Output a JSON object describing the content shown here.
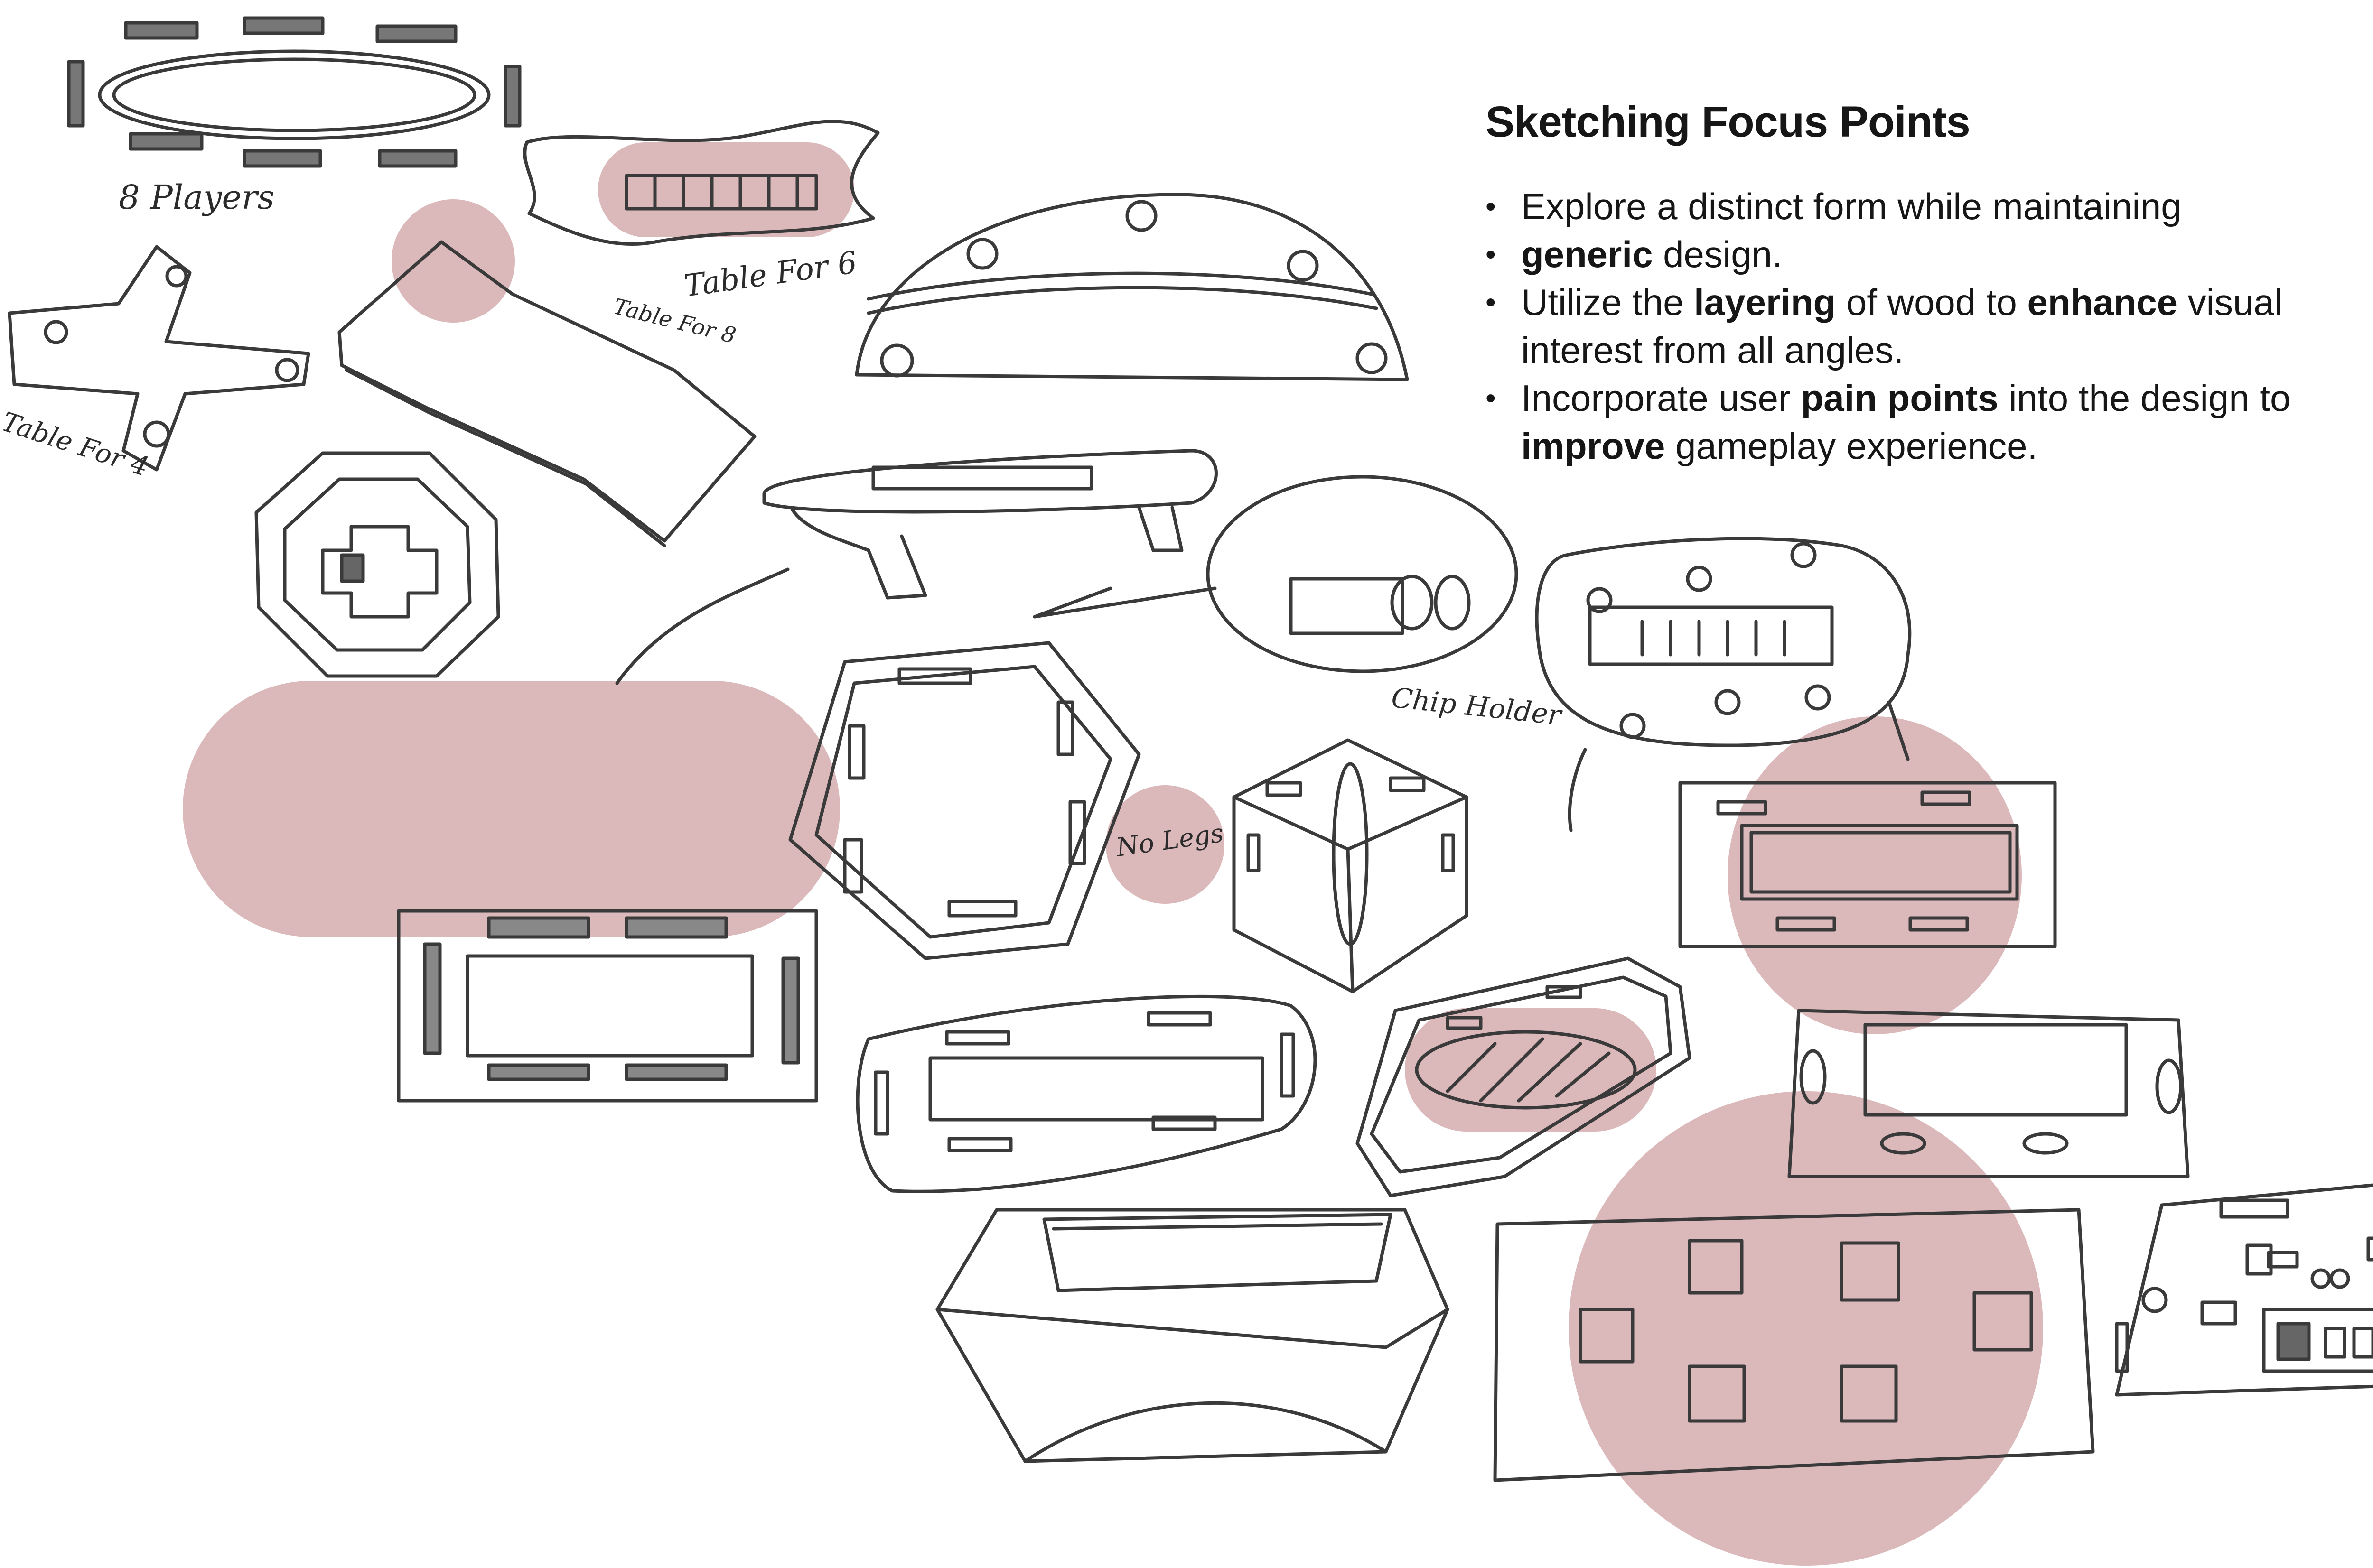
{
  "title": "Sketching Focus Points",
  "bullets": [
    [
      {
        "t": "Explore a distinct form while maintaining"
      }
    ],
    [
      {
        "t": "generic",
        "b": true
      },
      {
        "t": " design."
      }
    ],
    [
      {
        "t": "Utilize the "
      },
      {
        "t": "layering",
        "b": true
      },
      {
        "t": " of wood to "
      },
      {
        "t": "enhance",
        "b": true
      },
      {
        "t": " visual interest from all angles."
      }
    ],
    [
      {
        "t": "Incorporate user "
      },
      {
        "t": "pain points",
        "b": true
      },
      {
        "t": " into the design to "
      },
      {
        "t": "improve",
        "b": true
      },
      {
        "t": " gameplay experience."
      }
    ]
  ],
  "notes": {
    "players8": "8 Players",
    "table4": "Table For 4",
    "table8": "Table For 8",
    "table6": "Table For 6",
    "chip": "Chip Holder",
    "nolegs": "No Legs"
  },
  "colors": {
    "highlight": "#c58c8f",
    "pencil": "#3a3a3a",
    "text": "#161616"
  }
}
